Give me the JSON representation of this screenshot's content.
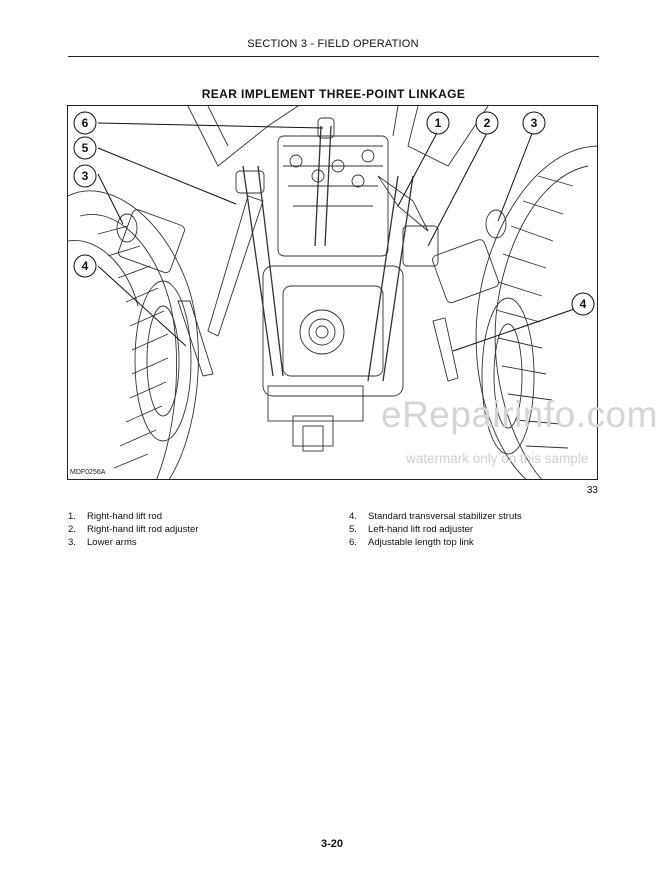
{
  "header": {
    "section": "SECTION 3 - FIELD OPERATION"
  },
  "figure": {
    "title": "REAR IMPLEMENT THREE-POINT LINKAGE",
    "code": "MDF0256A",
    "number": "33",
    "callouts": [
      "6",
      "5",
      "3",
      "4",
      "1",
      "2",
      "3",
      "4"
    ]
  },
  "legend": {
    "left": [
      {
        "num": "1.",
        "text": "Right-hand lift rod"
      },
      {
        "num": "2.",
        "text": "Right-hand lift rod adjuster"
      },
      {
        "num": "3.",
        "text": "Lower arms"
      }
    ],
    "right": [
      {
        "num": "4.",
        "text": "Standard transversal stabilizer struts"
      },
      {
        "num": "5.",
        "text": "Left-hand lift rod adjuster"
      },
      {
        "num": "6.",
        "text": "Adjustable length top link"
      }
    ]
  },
  "watermark": {
    "main": "eRepairinfo.com",
    "sub": "watermark only on this sample"
  },
  "page": {
    "number": "3-20"
  }
}
